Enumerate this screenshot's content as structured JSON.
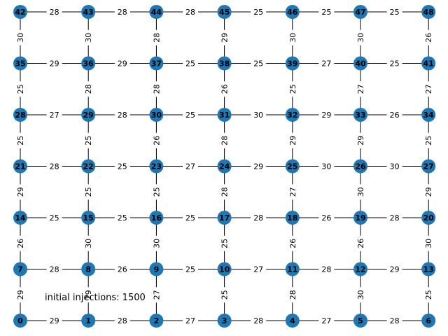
{
  "caption": "initial injections: 1500",
  "colors": {
    "node": "#1f77b4",
    "edge": "#000000",
    "text": "#000000"
  },
  "grid": {
    "cols": 7,
    "rows": 7
  },
  "horizontal_weights": [
    [
      29,
      28,
      27,
      28,
      27,
      28
    ],
    [
      28,
      26,
      25,
      27,
      28,
      29
    ],
    [
      25,
      25,
      25,
      28,
      26,
      28
    ],
    [
      28,
      25,
      27,
      29,
      30,
      30
    ],
    [
      27,
      28,
      25,
      30,
      29,
      26
    ],
    [
      29,
      29,
      25,
      25,
      27,
      25
    ],
    [
      28,
      28,
      28,
      25,
      25,
      25
    ]
  ],
  "vertical_weights": [
    [
      29,
      29,
      27,
      25,
      28,
      30,
      25
    ],
    [
      26,
      30,
      30,
      25,
      26,
      26,
      30
    ],
    [
      29,
      25,
      25,
      28,
      27,
      30,
      29
    ],
    [
      25,
      25,
      26,
      28,
      29,
      29,
      25
    ],
    [
      25,
      28,
      28,
      26,
      25,
      27,
      27
    ],
    [
      30,
      30,
      28,
      29,
      30,
      30,
      26
    ]
  ]
}
